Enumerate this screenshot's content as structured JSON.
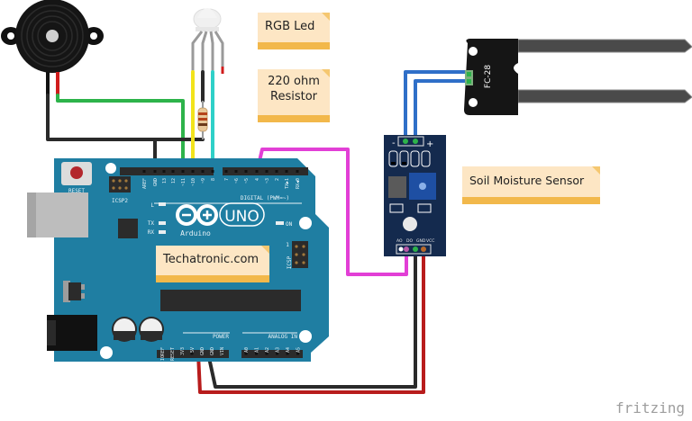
{
  "notes": {
    "rgb_led": "RGB Led",
    "resistor_line1": "220 ohm",
    "resistor_line2": "Resistor",
    "soil_sensor": "Soil Moisture Sensor",
    "website": "Techatronic.com"
  },
  "components": {
    "arduino": {
      "brand": "Arduino",
      "model": "UNO",
      "reset_label": "RESET",
      "icsp2_label": "ICSP2",
      "icsp_label": "ICSP",
      "icsp_pin1": "1",
      "led_labels": [
        "L",
        "TX",
        "RX",
        "ON"
      ],
      "digital_header_label": "DIGITAL (PWM=~)",
      "digital_pins": [
        "AREF",
        "GND",
        "13",
        "12",
        "~11",
        "~10",
        "~9",
        "8",
        "7",
        "~6",
        "~5",
        "4",
        "~3",
        "2",
        "TX▶1",
        "RX◀0"
      ],
      "power_header_label": "POWER",
      "power_pins": [
        "IOREF",
        "RESET",
        "3V3",
        "5V",
        "GND",
        "GND",
        "VIN"
      ],
      "analog_header_label": "ANALOG IN",
      "analog_pins": [
        "A0",
        "A1",
        "A2",
        "A3",
        "A4",
        "A5"
      ]
    },
    "soil_module": {
      "pins": [
        "AO",
        "DO",
        "GND",
        "VCC"
      ],
      "probe_minus": "-",
      "probe_plus": "+"
    },
    "probe": {
      "model": "FC-28"
    }
  },
  "wire_colors": {
    "green": "#2db34a",
    "yellow": "#f2e31b",
    "black": "#2a2a2a",
    "cyan": "#2fd0c8",
    "magenta": "#e23fd6",
    "red": "#b81c1c",
    "blue": "#2f6fc8"
  },
  "board_color": "#1f7ea2",
  "footer": {
    "logo": "fritzing"
  }
}
